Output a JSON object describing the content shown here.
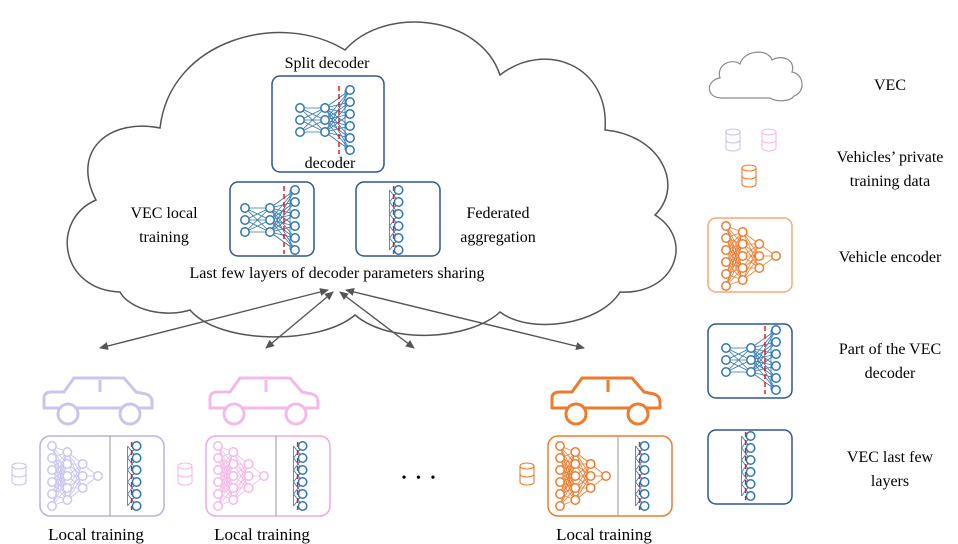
{
  "cloud": {
    "split_decoder_label": "Split decoder",
    "decoder_label": "decoder",
    "vec_local_training_line1": "VEC local",
    "vec_local_training_line2": "training",
    "federated_line1": "Federated",
    "federated_line2": "aggregation",
    "sharing_label": "Last few layers of decoder parameters sharing"
  },
  "vehicles": {
    "label": "Local training",
    "ellipsis": "• • •",
    "colors": [
      "#c9c5ef",
      "#f4b9ea",
      "#ee7a2c"
    ]
  },
  "legend": [
    {
      "id": "vec",
      "lines": [
        "VEC"
      ]
    },
    {
      "id": "data",
      "lines": [
        "Vehicles’ private",
        "training data"
      ]
    },
    {
      "id": "encoder",
      "lines": [
        "Vehicle encoder"
      ]
    },
    {
      "id": "decoder_part",
      "lines": [
        "Part of the VEC",
        "decoder"
      ]
    },
    {
      "id": "last_layers",
      "lines": [
        "VEC last few",
        "layers"
      ]
    }
  ],
  "colors": {
    "blue_net": "#2e75b6",
    "box_border": "#2f5597",
    "orange": "#ed7d31",
    "red_dash": "#e0201b",
    "arrow": "#555555",
    "cloud_line": "#555555"
  }
}
